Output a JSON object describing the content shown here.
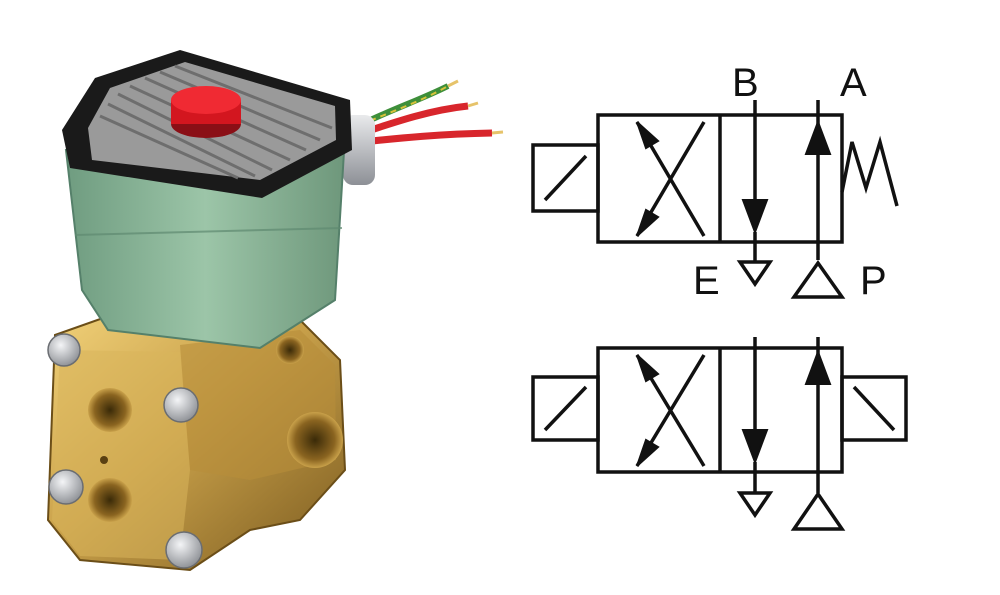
{
  "photo": {
    "subject": "solenoid valve",
    "colors": {
      "coil": "#8fb79b",
      "body": "#c9a14a",
      "cap": "#e11d2a",
      "housing": "#1a1a1a",
      "bolts": "#c7c9cc"
    }
  },
  "schematic": {
    "top": {
      "port_b": "B",
      "port_a": "A",
      "port_e": "E",
      "port_p": "P"
    }
  }
}
